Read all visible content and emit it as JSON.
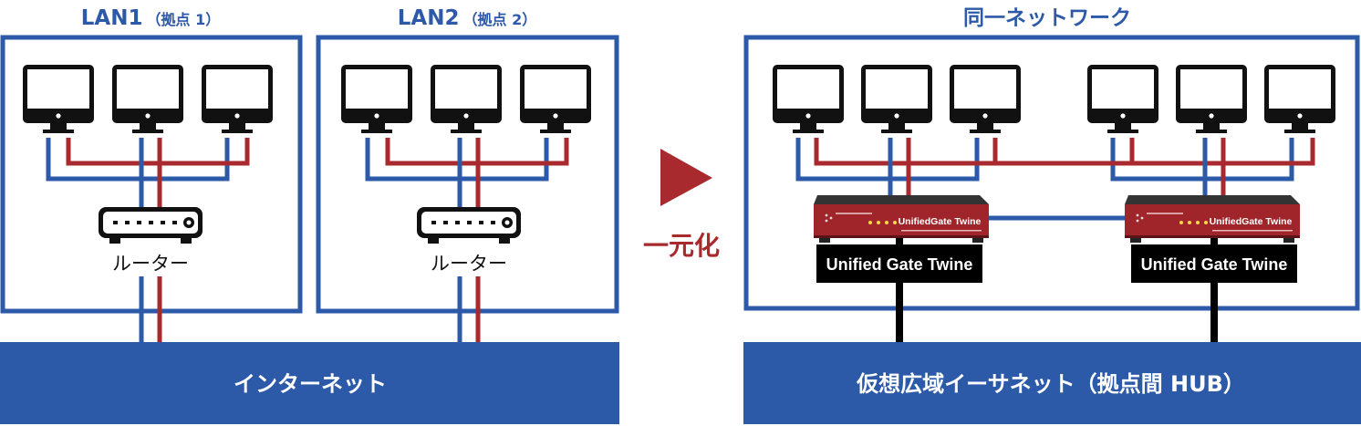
{
  "colors": {
    "blue": "#2c5aa8",
    "red": "#a82a2e",
    "black": "#000000",
    "device_red": "#a0252b"
  },
  "left": {
    "lan1": {
      "name": "LAN1",
      "sub": "（拠点 1）",
      "router_label": "ルーター"
    },
    "lan2": {
      "name": "LAN2",
      "sub": "（拠点 2）",
      "router_label": "ルーター"
    },
    "internet_label": "インターネット"
  },
  "transition": {
    "label": "一元化",
    "arrow_icon": "play-triangle-icon"
  },
  "right": {
    "title": "同一ネットワーク",
    "device_front_label": "UnifiedGate Twine",
    "device_caption": "Unified Gate Twine",
    "wan_label": "仮想広域イーサネット（拠点間 HUB）"
  },
  "icons": {
    "computer": "monitor-icon",
    "router": "router-icon",
    "gateway": "gateway-device-icon"
  }
}
